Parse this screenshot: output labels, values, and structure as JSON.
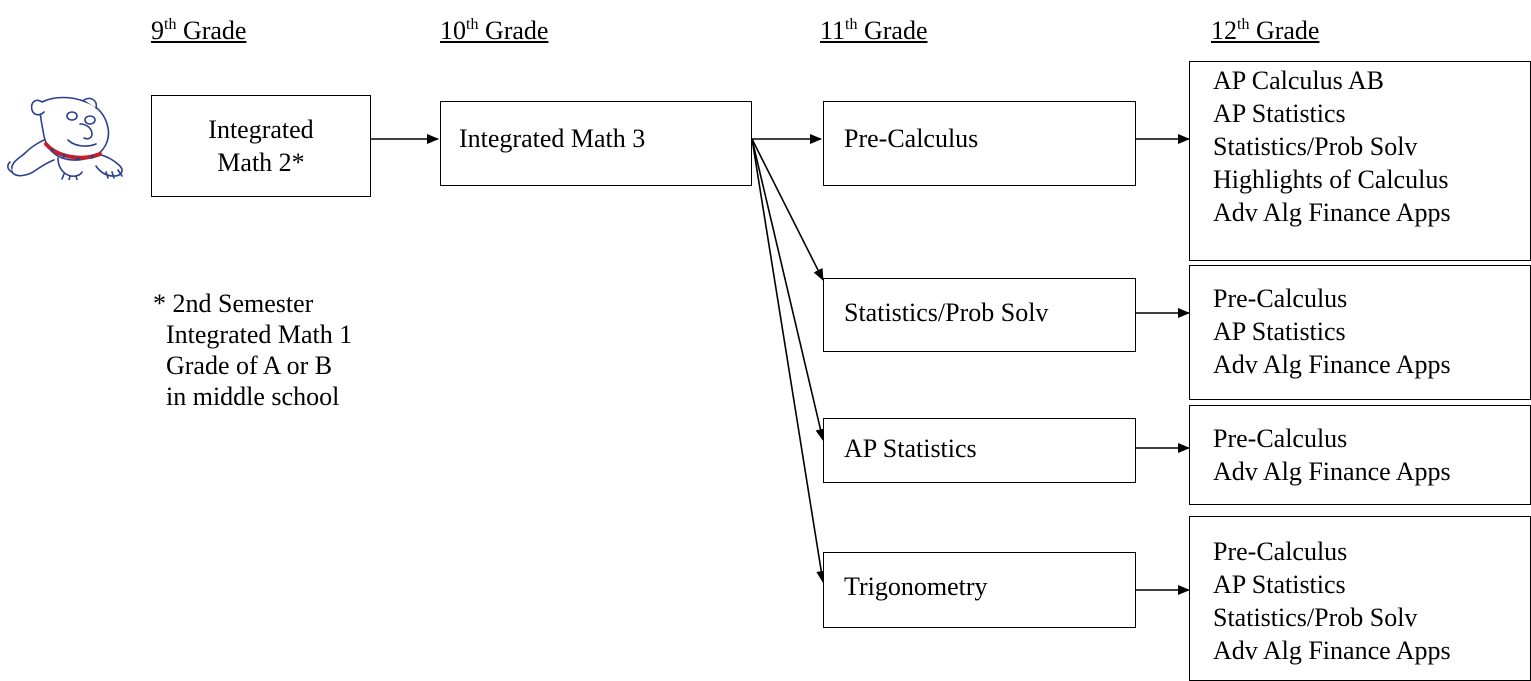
{
  "headings": [
    {
      "num": "9",
      "sup": "th",
      "word": "Grade"
    },
    {
      "num": "10",
      "sup": "th",
      "word": "Grade"
    },
    {
      "num": "11",
      "sup": "th",
      "word": "Grade"
    },
    {
      "num": "12",
      "sup": "th",
      "word": "Grade"
    }
  ],
  "grade9": {
    "course_lines": [
      "Integrated",
      "Math 2*"
    ]
  },
  "grade10": {
    "course": "Integrated Math 3"
  },
  "grade11": {
    "courses": [
      "Pre-Calculus",
      "Statistics/Prob Solv",
      "AP Statistics",
      "Trigonometry"
    ]
  },
  "grade12": {
    "options": [
      [
        "AP Calculus AB",
        "AP Statistics",
        "Statistics/Prob Solv",
        "Highlights of Calculus",
        "Adv Alg Finance Apps"
      ],
      [
        "Pre-Calculus",
        "AP Statistics",
        "Adv Alg Finance Apps"
      ],
      [
        "Pre-Calculus",
        "Adv Alg Finance Apps"
      ],
      [
        "Pre-Calculus",
        "AP Statistics",
        "Statistics/Prob Solv",
        "Adv Alg Finance Apps"
      ]
    ]
  },
  "footnote_lines": [
    "* 2nd Semester",
    "  Integrated Math 1",
    "  Grade of A or B",
    "  in middle school"
  ],
  "colors": {
    "line": "#000000",
    "mascot_outline": "#2b3f8e",
    "mascot_collar": "#c0202a"
  },
  "icons": {
    "mascot": "bulldog-mascot-icon"
  }
}
